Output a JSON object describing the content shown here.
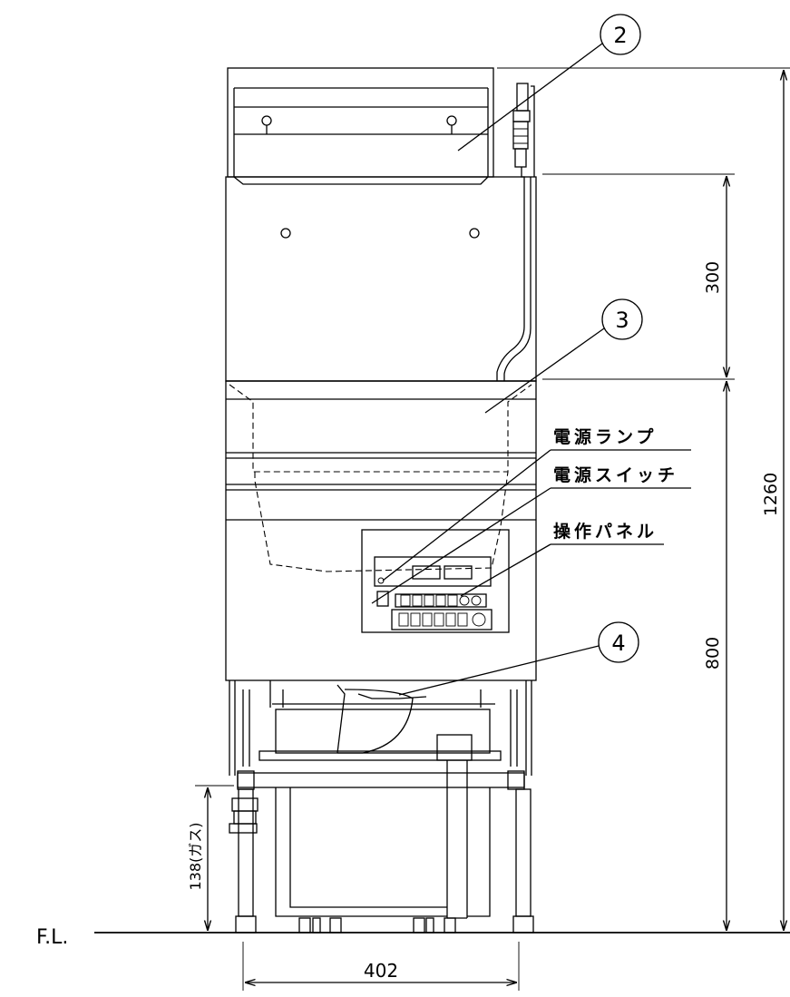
{
  "callouts": {
    "c2": "2",
    "c3": "3",
    "c4": "4"
  },
  "labels": {
    "power_lamp": "電源ランプ",
    "power_switch": "電源スイッチ",
    "control_panel": "操作パネル",
    "floor_level": "F.L."
  },
  "dimensions": {
    "overall_height": "1260",
    "upper_section": "300",
    "lower_section": "800",
    "gas_inlet_height": "138(ガス)",
    "leg_span": "402"
  }
}
